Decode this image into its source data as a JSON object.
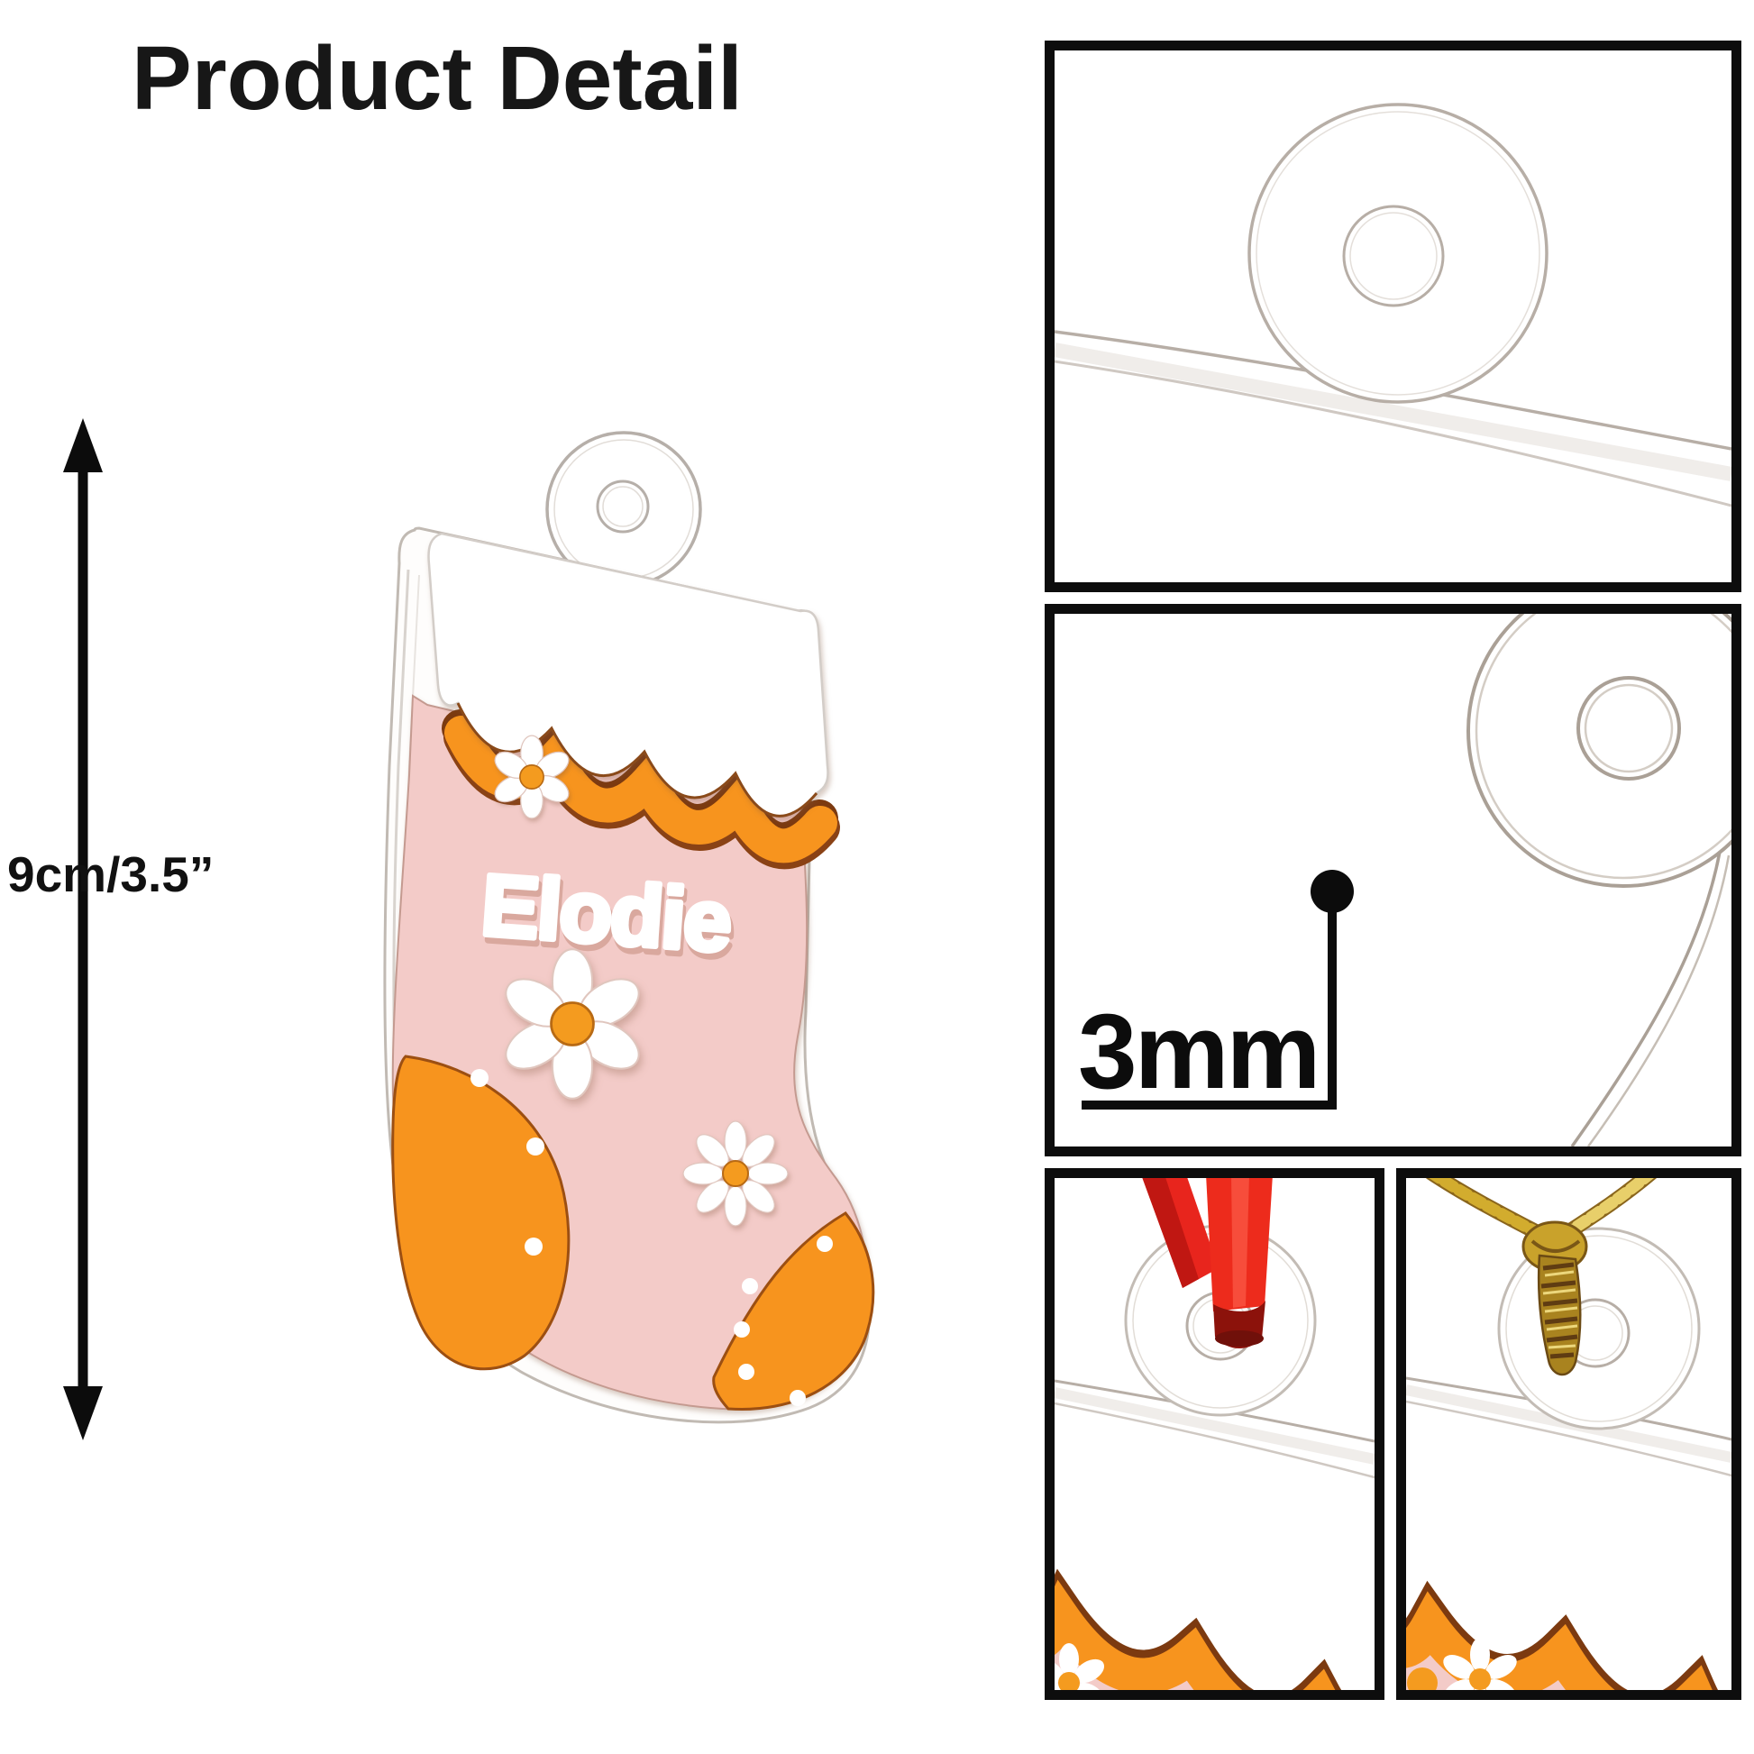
{
  "title": "Product Detail",
  "product": {
    "name": "Elodie",
    "item": "personalized-stocking-ornament"
  },
  "measurements": {
    "height": "9cm/3.5”",
    "thickness": "3mm"
  },
  "colors": {
    "orange": "#F7941E",
    "pink": "#F3CBC8",
    "white": "#FFFFFF",
    "trim_shadow_brown": "#7C3A10",
    "red_ribbon": "#E8251D",
    "red_ribbon_dark": "#8C120B",
    "gold_cord": "#C9A22B",
    "gold_cord_dark": "#6B4A14",
    "acrylic_line": "#B7AEA6",
    "frame_black": "#0D0D0D"
  },
  "panels": [
    {
      "name": "hanging-tab-closeup"
    },
    {
      "name": "thickness-closeup"
    },
    {
      "name": "red-ribbon-option"
    },
    {
      "name": "gold-cord-option"
    }
  ],
  "icons": {
    "size_arrow": "vertical-double-arrow-icon",
    "thickness_pointer": "dot-pointer-icon",
    "daisy": "daisy-flower-icon"
  }
}
